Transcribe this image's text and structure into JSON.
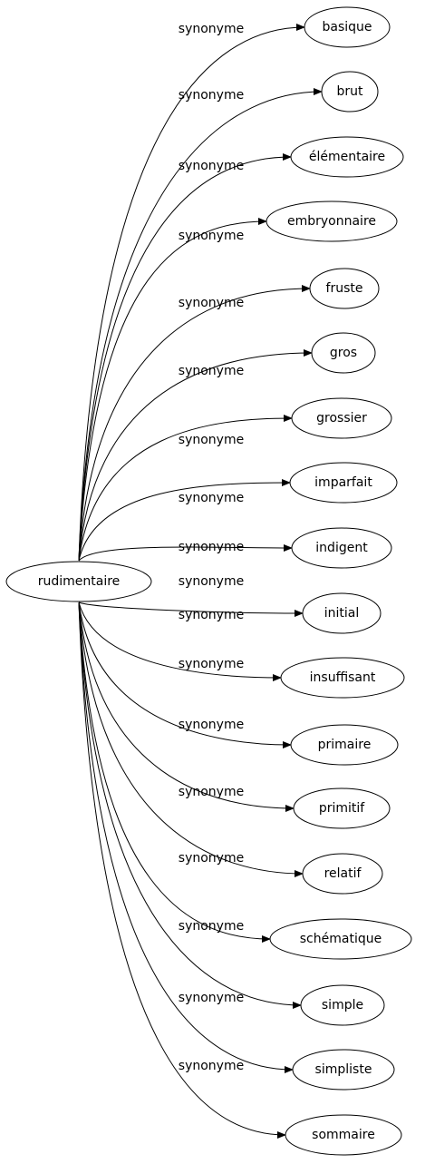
{
  "graph": {
    "center": {
      "label": "rudimentaire"
    },
    "relation_label": "synonyme",
    "targets": [
      "basique",
      "brut",
      "élémentaire",
      "embryonnaire",
      "fruste",
      "gros",
      "grossier",
      "imparfait",
      "indigent",
      "initial",
      "insuffisant",
      "primaire",
      "primitif",
      "relatif",
      "schématique",
      "simple",
      "simpliste",
      "sommaire"
    ]
  }
}
